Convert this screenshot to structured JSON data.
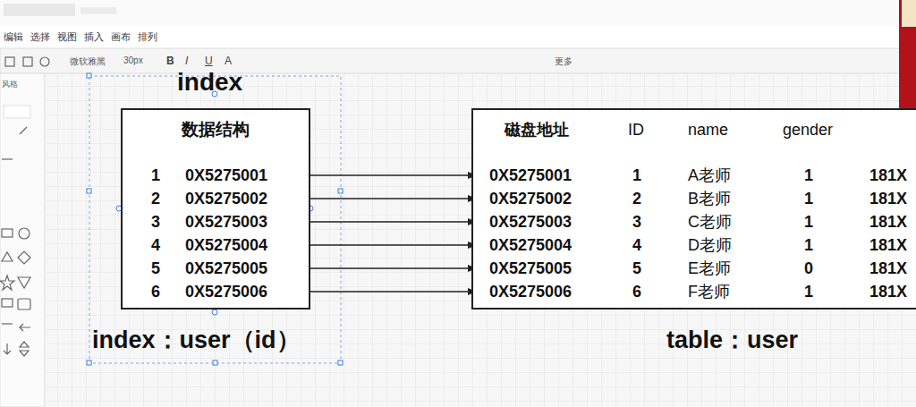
{
  "diagram": {
    "nodes": [
      {
        "text": [
          "数据结构"
        ]
      },
      {
        "text": [
          "磁盘地址",
          "ID",
          "name",
          "gender"
        ]
      },
      {
        "text": [
          "1",
          "0X5275001"
        ],
        "in": 0
      },
      {
        "text": [
          "2",
          "0X5275002"
        ],
        "in": 0
      },
      {
        "text": [
          "3",
          "0X5275003"
        ],
        "in": 0
      },
      {
        "text": [
          "4",
          "0X5275004"
        ],
        "in": 0
      },
      {
        "text": [
          "5",
          "0X5275005"
        ],
        "in": 0
      },
      {
        "text": [
          "6",
          "0X5275006"
        ],
        "in": 0
      },
      {
        "text": [
          "0X5275001",
          "1",
          "A老师",
          "1",
          "181X"
        ],
        "in": 1
      },
      {
        "text": [
          "0X5275002",
          "2",
          "B老师",
          "1",
          "181X"
        ],
        "in": 1
      },
      {
        "text": [
          "0X5275003",
          "3",
          "C老师",
          "1",
          "181X"
        ],
        "in": 1
      },
      {
        "text": [
          "0X5275004",
          "4",
          "D老师",
          "1",
          "181X"
        ],
        "in": 1
      },
      {
        "text": [
          "0X5275005",
          "5",
          "E老师",
          "0",
          "181X"
        ],
        "in": 1
      },
      {
        "text": [
          "0X5275006",
          "6",
          "F老师",
          "1",
          "181X"
        ],
        "in": 1
      }
    ],
    "edges": [
      {
        "from": 2,
        "to": 8,
        "arrow": "to"
      },
      {
        "from": 3,
        "to": 9,
        "arrow": "to"
      },
      {
        "from": 4,
        "to": 10,
        "arrow": "to"
      },
      {
        "from": 5,
        "to": 11,
        "arrow": "to"
      },
      {
        "from": 6,
        "to": 12,
        "arrow": "to"
      },
      {
        "from": 7,
        "to": 13,
        "arrow": "to"
      }
    ],
    "labels": [
      "编辑",
      "选择",
      "视图",
      "插入",
      "画布",
      "排列",
      "微软雅黑",
      "30px",
      "B",
      "I",
      "U",
      "A",
      "更多",
      "风格",
      "index",
      "index：user（id）",
      "table：user"
    ]
  }
}
